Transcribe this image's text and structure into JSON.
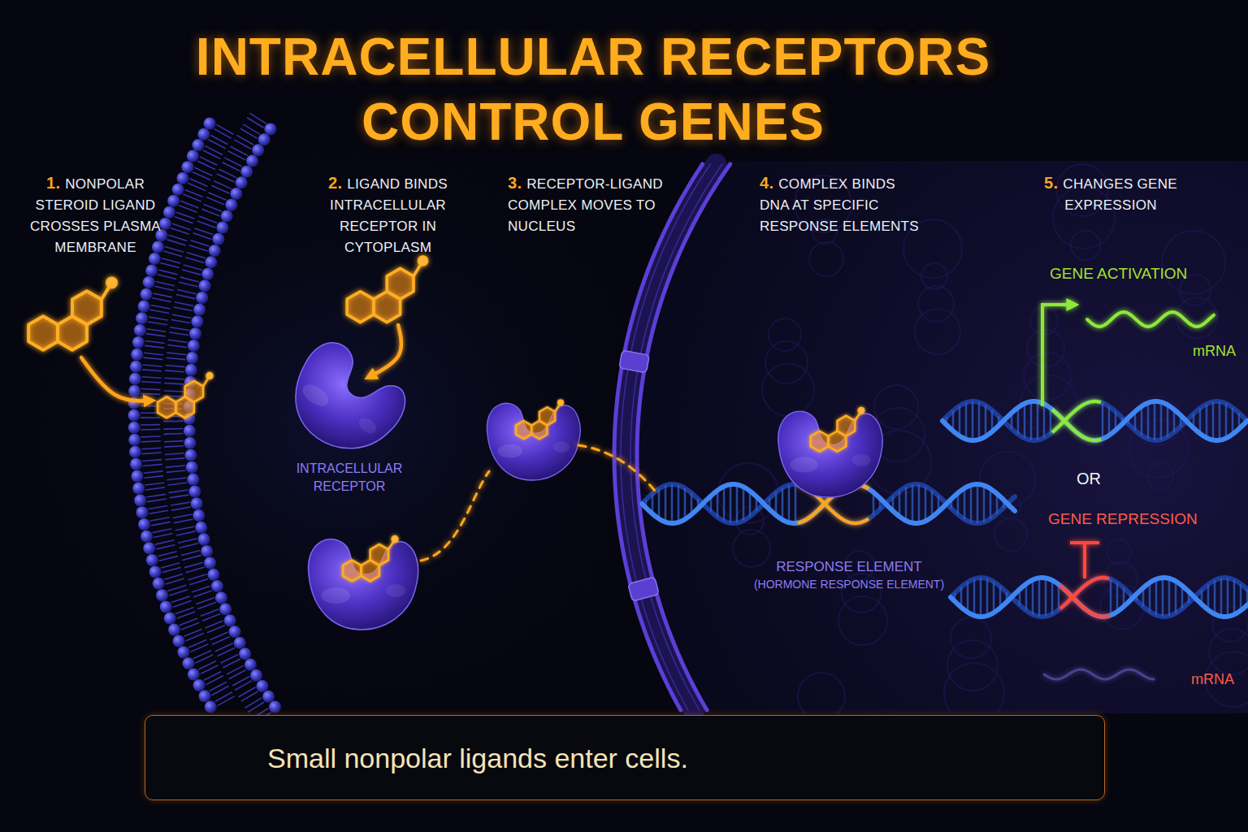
{
  "diagram": {
    "title": "INTRACELLULAR RECEPTORS CONTROL GENES",
    "caption": "Small nonpolar ligands enter cells.",
    "labels": [
      "1.",
      "NONPOLAR STEROID LIGAND CROSSES PLASMA MEMBRANE",
      "2.",
      "LIGAND BINDS INTRACELLULAR RECEPTOR IN CYTOPLASM",
      "3.",
      "RECEPTOR-LIGAND COMPLEX MOVES TO NUCLEUS",
      "4.",
      "COMPLEX BINDS DNA AT SPECIFIC RESPONSE ELEMENTS",
      "5.",
      "CHANGES GENE EXPRESSION",
      "INTRACELLULAR RECEPTOR",
      "RESPONSE ELEMENT",
      "(HORMONE RESPONSE ELEMENT)",
      "GENE ACTIVATION",
      "mRNA",
      "OR",
      "GENE REPRESSION",
      "mRNA"
    ]
  }
}
